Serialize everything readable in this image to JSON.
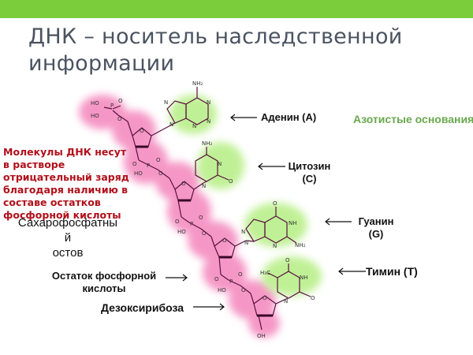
{
  "slide": {
    "title": "ДНК – носитель наследственной информации",
    "accent_color": "#7ccd3c"
  },
  "diagram": {
    "bases_heading": "Азотистые основания",
    "bases": [
      {
        "name": "Аденин (A)"
      },
      {
        "name_line1": "Цитозин",
        "name_line2": "(C)"
      },
      {
        "name_line1": "Гуанин",
        "name_line2": "(G)"
      },
      {
        "name": "Тимин (T)"
      }
    ],
    "note_text": "Молекулы ДНК несут в растворе отрицательный заряд благодаря наличию в составе остатков фосфорной кислоты",
    "backbone_label": {
      "line1": "Сахарофосфатны",
      "line2": "й",
      "line3": "остов"
    },
    "phosphate_label": {
      "line1": "Остаток фосфорной",
      "line2": "кислоты"
    },
    "sugar_label": "Дезоксирибоза",
    "chem_labels": {
      "ho": "HO",
      "o": "O",
      "p": "P",
      "n": "N",
      "nh": "NH",
      "nh2": "NH₂",
      "oh": "OH",
      "h3c": "H₃C"
    },
    "colors": {
      "backbone_highlight": "#f48cc0",
      "base_highlight": "#b9ef8a",
      "bond": "#5a1040",
      "note_text": "#b0101a",
      "bases_heading": "#6aa84f"
    }
  }
}
